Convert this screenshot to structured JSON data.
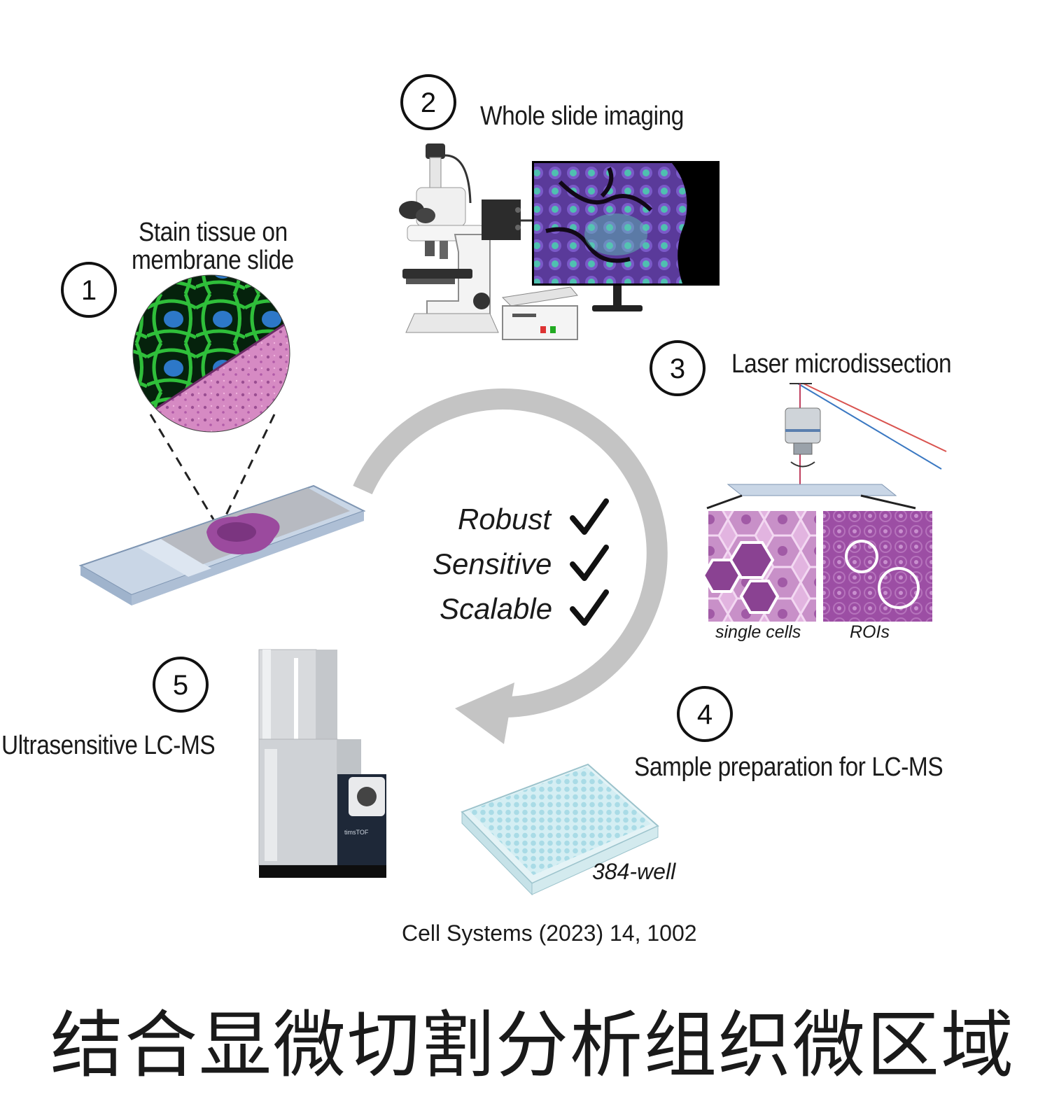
{
  "steps": [
    {
      "number": "1",
      "title_line1": "Stain tissue on",
      "title_line2": "membrane slide"
    },
    {
      "number": "2",
      "title": "Whole slide imaging"
    },
    {
      "number": "3",
      "title": "Laser microdissection"
    },
    {
      "number": "4",
      "title": "Sample preparation for LC-MS"
    },
    {
      "number": "5",
      "title": "Ultrasensitive LC-MS"
    }
  ],
  "properties": [
    {
      "label": "Robust"
    },
    {
      "label": "Sensitive"
    },
    {
      "label": "Scalable"
    }
  ],
  "sublabels": {
    "single_cells": "single cells",
    "rois": "ROIs",
    "plate": "384-well",
    "instrument": "timsTOF"
  },
  "citation": "Cell Systems (2023) 14, 1002",
  "headline": "结合显微切割分析组织微区域",
  "colors": {
    "cycle_arrow": "#c4c4c4",
    "purple": "#9b4a9e",
    "green": "#1d9a2f",
    "nucleus": "#2c6fb8"
  }
}
